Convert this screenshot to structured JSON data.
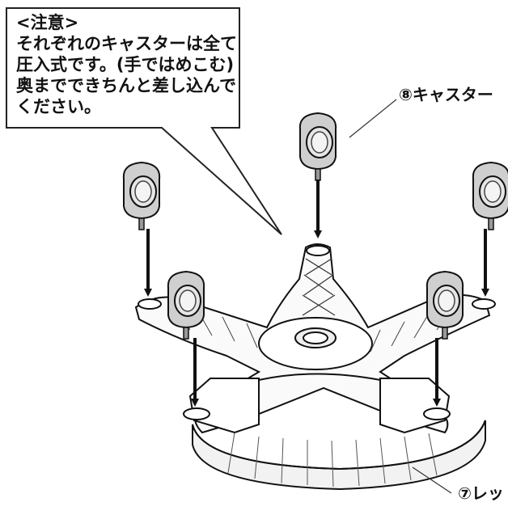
{
  "note": {
    "lines": [
      "<注意>",
      "それぞれのキャスターは全て",
      "圧入式です。(手ではめこむ)",
      "奥までできちんと差し込んで",
      "ください。"
    ]
  },
  "labels": {
    "caster": "⑧キャスター",
    "leg": "⑦レッ"
  }
}
